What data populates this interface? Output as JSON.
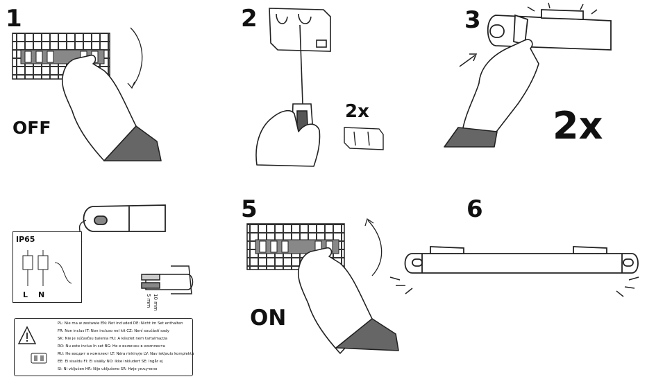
{
  "steps": [
    {
      "number": "1",
      "caption": "OFF"
    },
    {
      "number": "2",
      "multiplier": "2x"
    },
    {
      "number": "3",
      "multiplier": "2x"
    },
    {
      "number": "5",
      "caption": "ON"
    },
    {
      "number": "6"
    }
  ],
  "wiring": {
    "rating": "IP65",
    "terminals": [
      "L",
      "N"
    ],
    "strip_length": "10 mm",
    "strip_length_alt": "5 mm"
  },
  "warning": {
    "lines": [
      "PL: Nie ma w zestawie EN: Not included DE: Nicht im Set enthalten",
      "FR: Non inclus IT: Non incluso nel kit CZ: Není součástí sady",
      "SK: Nie je súčasťou balenia HU: A készlet nem tartalmazza",
      "RO: Nu este inclus în set BG: Не е включен в комплекта",
      "RU: Не входит в комплект LT: Nėra rinkinyje LV: Nav iekļauts komplektā",
      "EE: Ei sisaldu FI: Ei sisälly NO: Ikke inkludert SE: Ingår ej",
      "SI: Ni vključen HR: Nije uključeno SR: Није укључено"
    ]
  }
}
